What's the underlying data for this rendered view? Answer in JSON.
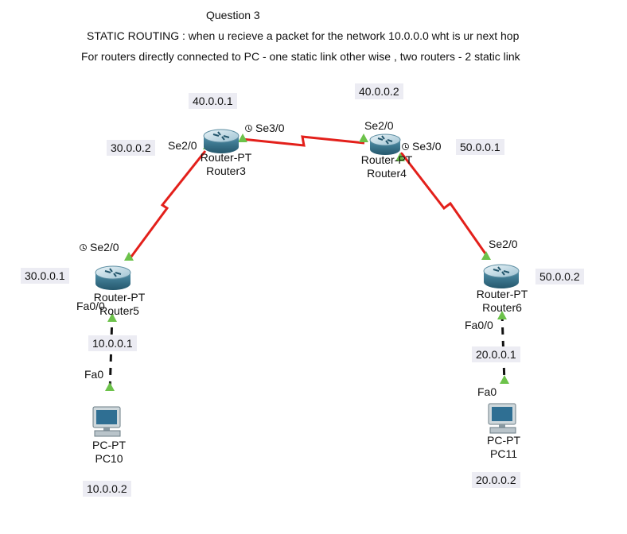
{
  "header": {
    "question": "Question 3",
    "line1": "STATIC ROUTING : when u recieve a packet for the network 10.0.0.0 wht is ur next hop",
    "line2": "For routers directly connected to PC - one static link other wise , two routers - 2 static link"
  },
  "notes": {
    "n40_1": "40.0.0.1",
    "n40_2": "40.0.0.2",
    "n30_2": "30.0.0.2",
    "n50_1": "50.0.0.1",
    "n30_1": "30.0.0.1",
    "n50_2": "50.0.0.2",
    "n10_1": "10.0.0.1",
    "n20_1": "20.0.0.1",
    "n10_2": "10.0.0.2",
    "n20_2": "20.0.0.2"
  },
  "devices": {
    "router3": {
      "type": "Router-PT",
      "name": "Router3"
    },
    "router4": {
      "type": "Router-PT",
      "name": "Router4"
    },
    "router5": {
      "type": "Router-PT",
      "name": "Router5"
    },
    "router6": {
      "type": "Router-PT",
      "name": "Router6"
    },
    "pc10": {
      "type": "PC-PT",
      "name": "PC10"
    },
    "pc11": {
      "type": "PC-PT",
      "name": "PC11"
    }
  },
  "ports": {
    "r3_se2": "Se2/0",
    "r3_se3": "Se3/0",
    "r4_se2": "Se2/0",
    "r4_se3": "Se3/0",
    "r5_se2": "Se2/0",
    "r5_fa0": "Fa0/0",
    "r6_se2": "Se2/0",
    "r6_fa0": "Fa0/0",
    "pc10_fa0": "Fa0",
    "pc11_fa0": "Fa0"
  },
  "colors": {
    "serial_link": "#e3201b",
    "link_up": "#6cc24a",
    "ethernet_link": "#111111",
    "router_body": "#3d7d98",
    "note_bg": "#ececf3"
  }
}
